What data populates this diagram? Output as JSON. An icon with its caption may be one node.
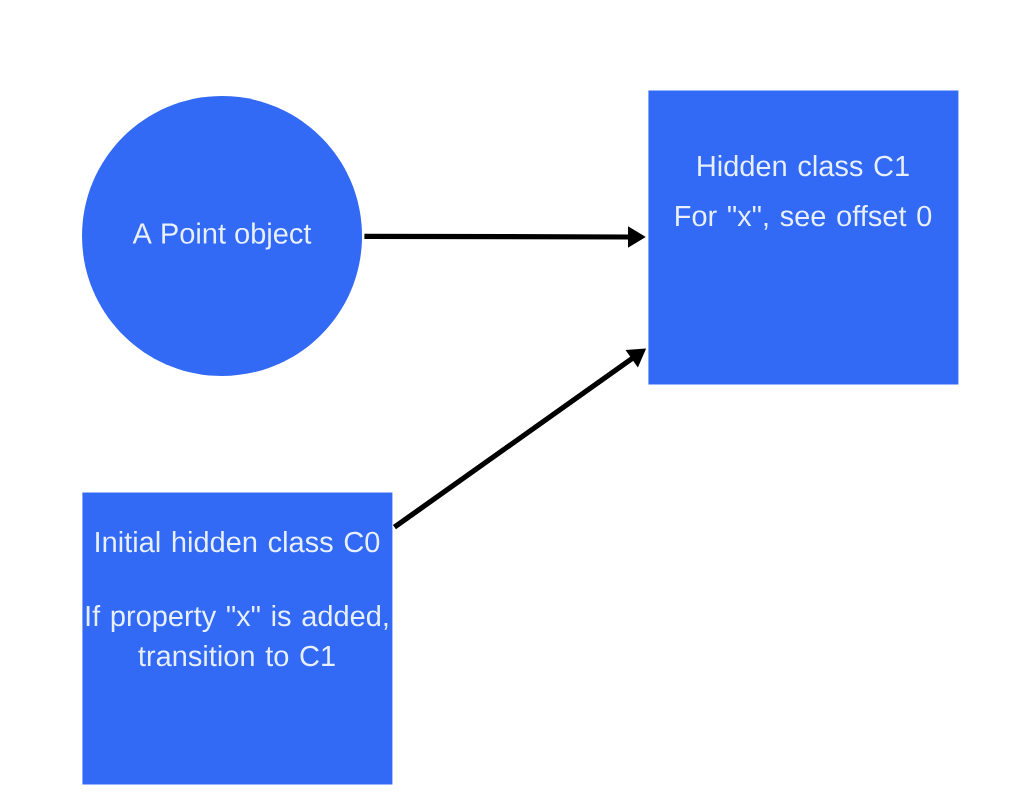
{
  "diagram": {
    "nodes": [
      {
        "text": [
          "A Point object"
        ]
      },
      {
        "text": [
          "Hidden class C1",
          "For \"x\", see offset 0"
        ]
      },
      {
        "text": [
          "Initial hidden class C0",
          "If property \"x\" is added, transition to C1"
        ]
      }
    ],
    "edges": [
      {
        "from": 0,
        "to": 1,
        "arrow": "to"
      },
      {
        "from": 2,
        "to": 1,
        "arrow": "to"
      }
    ]
  }
}
